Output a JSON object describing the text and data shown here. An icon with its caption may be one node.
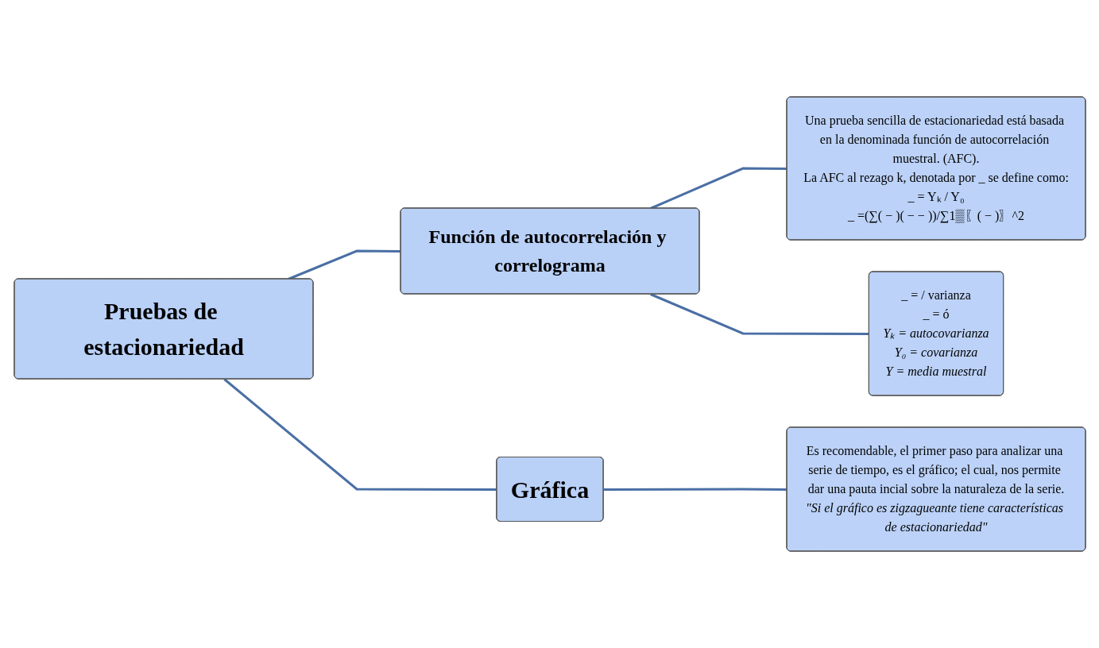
{
  "diagram": {
    "nodes": [
      {
        "text": [
          "Pruebas de estacionariedad"
        ]
      },
      {
        "text": [
          "Función de autocorrelación y correlograma"
        ]
      },
      {
        "text": [
          "Una prueba sencilla de estacionariedad está basada en la denominada función de autocorrelación muestral. (AFC).",
          "La AFC al rezago k, denotada por _ se define como:",
          "_ = Yₖ / Y₀",
          "_ =(∑( − )( − − ))/∑1▒〖( − )〗^2"
        ]
      },
      {
        "text": [
          "_ = / varianza",
          "_ = ó",
          "Yₖ = autocovarianza",
          "Y₀ = covarianza",
          "Y = media muestral"
        ]
      },
      {
        "text": [
          "Gráfica"
        ]
      },
      {
        "text": [
          "Es recomendable, el primer paso para analizar una serie de tiempo, es el gráfico; el cual, nos permite dar una pauta incial sobre la naturaleza de la serie.",
          "\"Si el gráfico es zigzagueante tiene características de estacionariedad\""
        ]
      }
    ],
    "edges": [
      {
        "from": 0,
        "to": 1,
        "arrow": "none"
      },
      {
        "from": 0,
        "to": 4,
        "arrow": "none"
      },
      {
        "from": 1,
        "to": 2,
        "arrow": "none"
      },
      {
        "from": 1,
        "to": 3,
        "arrow": "none"
      },
      {
        "from": 4,
        "to": 5,
        "arrow": "none"
      }
    ]
  }
}
